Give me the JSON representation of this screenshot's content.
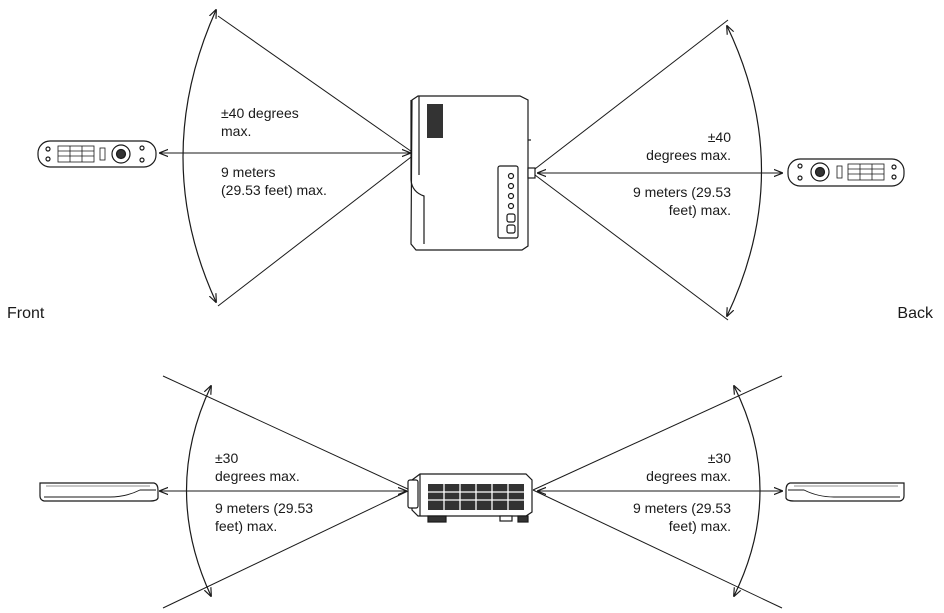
{
  "labels": {
    "front": "Front",
    "back": "Back",
    "top_front_angle": "±40 degrees\nmax.",
    "top_front_distance": "9 meters\n(29.53 feet) max.",
    "top_back_angle": "±40\ndegrees max.",
    "top_back_distance": "9 meters (29.53\nfeet) max.",
    "bottom_front_angle": "±30\ndegrees max.",
    "bottom_front_distance": "9 meters (29.53\nfeet) max.",
    "bottom_back_angle": "±30\ndegrees max.",
    "bottom_back_distance": "9 meters (29.53\nfeet) max."
  },
  "icons": {
    "projector_top": "projector-top-view-icon",
    "projector_side": "projector-side-view-icon",
    "remote_top": "remote-control-top-icon",
    "remote_side": "remote-control-side-icon"
  },
  "colors": {
    "line": "#1a1a1a",
    "device_fill": "#ffffff",
    "device_dark": "#333333"
  }
}
